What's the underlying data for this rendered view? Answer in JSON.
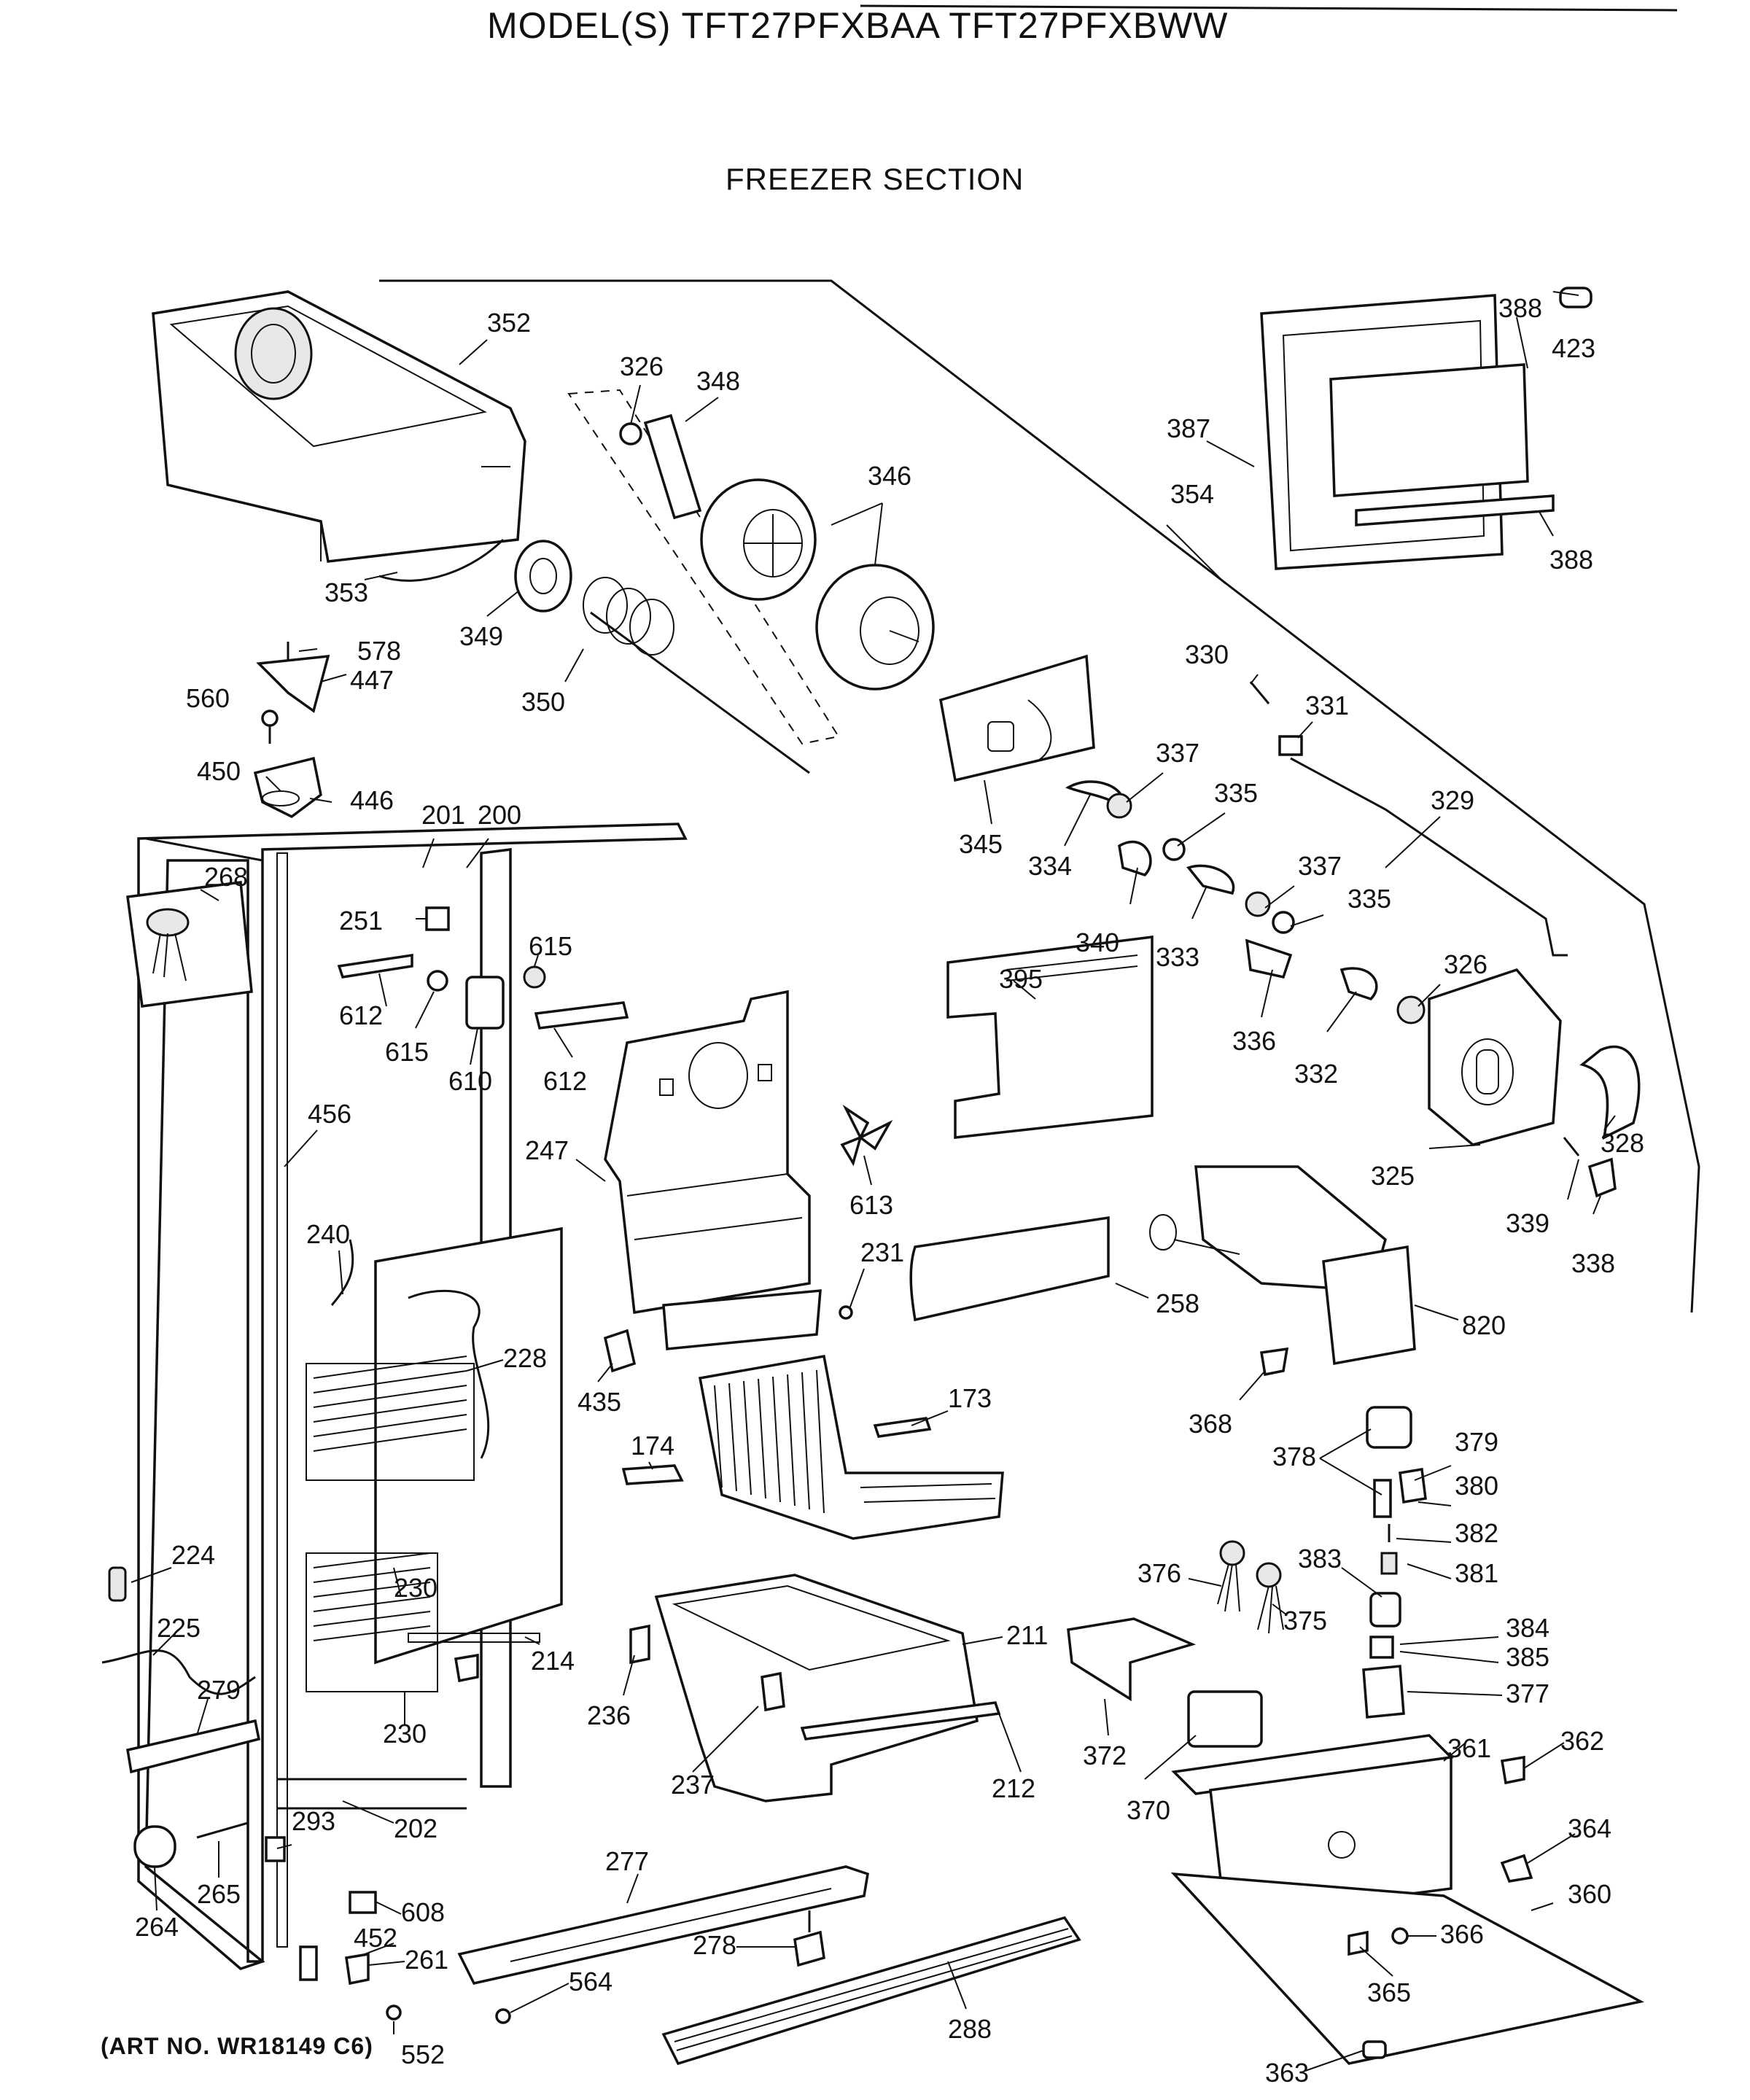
{
  "header": {
    "model_title": "MODEL(S) TFT27PFXBAA  TFT27PFXBWW",
    "section_title": "FREEZER SECTION"
  },
  "footer": {
    "art_number": "(ART NO. WR18149 C6)"
  },
  "callouts": [
    "352",
    "326",
    "348",
    "346",
    "388",
    "423",
    "387",
    "354",
    "388",
    "353",
    "349",
    "350",
    "578",
    "447",
    "560",
    "450",
    "446",
    "201",
    "200",
    "268",
    "345",
    "330",
    "331",
    "337",
    "335",
    "329",
    "334",
    "340",
    "333",
    "337",
    "335",
    "326",
    "336",
    "332",
    "251",
    "612",
    "615",
    "615",
    "610",
    "612",
    "395",
    "456",
    "247",
    "613",
    "328",
    "325",
    "339",
    "338",
    "240",
    "231",
    "228",
    "258",
    "820",
    "435",
    "173",
    "174",
    "368",
    "378",
    "379",
    "380",
    "382",
    "381",
    "383",
    "376",
    "375",
    "384",
    "385",
    "377",
    "224",
    "225",
    "230",
    "214",
    "236",
    "211",
    "279",
    "230",
    "237",
    "212",
    "372",
    "370",
    "361",
    "362",
    "364",
    "202",
    "293",
    "265",
    "264",
    "608",
    "452",
    "261",
    "277",
    "278",
    "564",
    "552",
    "288",
    "360",
    "366",
    "365",
    "363"
  ]
}
